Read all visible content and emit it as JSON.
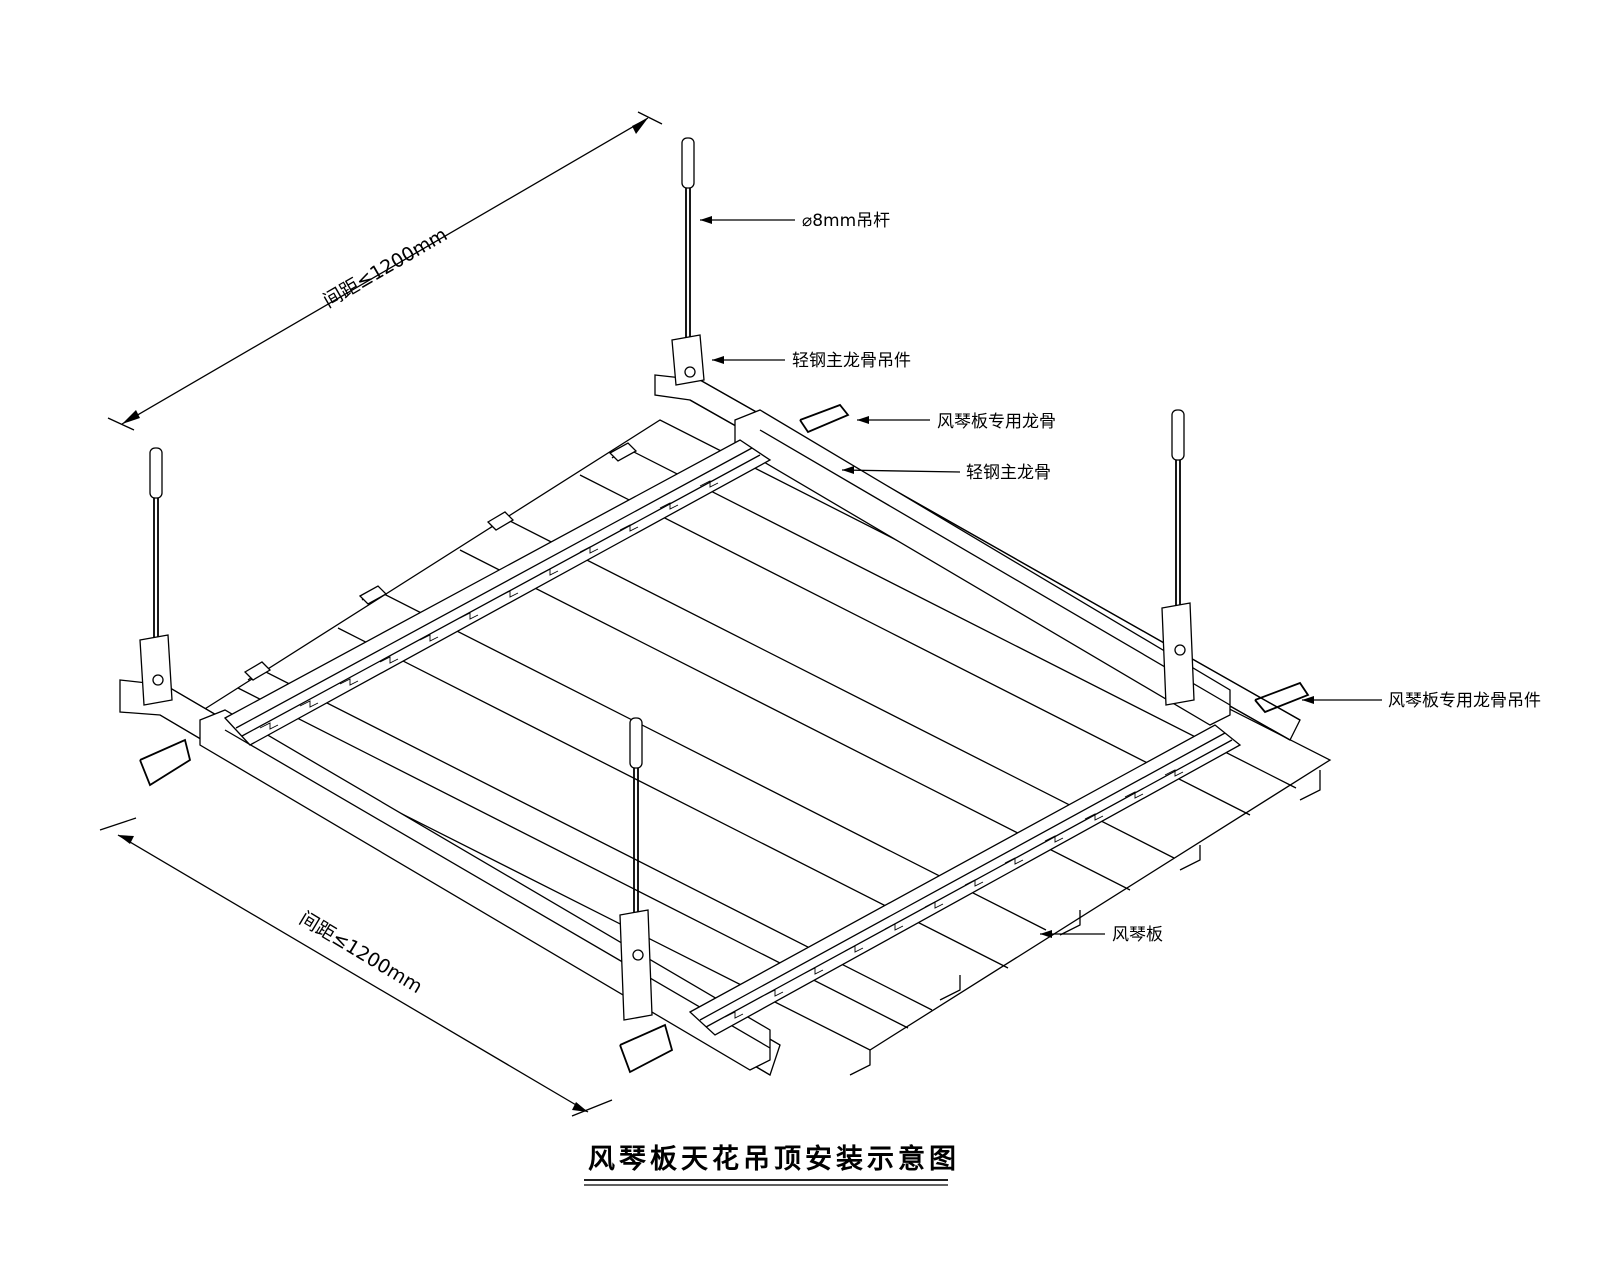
{
  "title": "风琴板天花吊顶安装示意图",
  "labels": {
    "hanger_rod": "⌀8mm吊杆",
    "main_keel_hanger": "轻钢主龙骨吊件",
    "panel_keel": "风琴板专用龙骨",
    "main_keel": "轻钢主龙骨",
    "panel_keel_hanger": "风琴板专用龙骨吊件",
    "panel": "风琴板"
  },
  "dimensions": {
    "top_spacing": "间距≤1200mm",
    "bottom_spacing": "间距≤1200mm"
  }
}
